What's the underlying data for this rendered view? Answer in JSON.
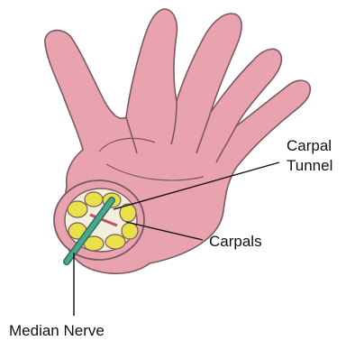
{
  "labels": {
    "carpal_tunnel_line1": "Carpal",
    "carpal_tunnel_line2": "Tunnel",
    "carpals": "Carpals",
    "median_nerve": "Median Nerve"
  },
  "colors": {
    "skin": "#e8a3ae",
    "skin_outline": "#7a5a60",
    "bone": "#e9e04a",
    "tunnel_inner": "#f3eedd",
    "nerve": "#4aa88f",
    "leader_line": "#111111"
  }
}
